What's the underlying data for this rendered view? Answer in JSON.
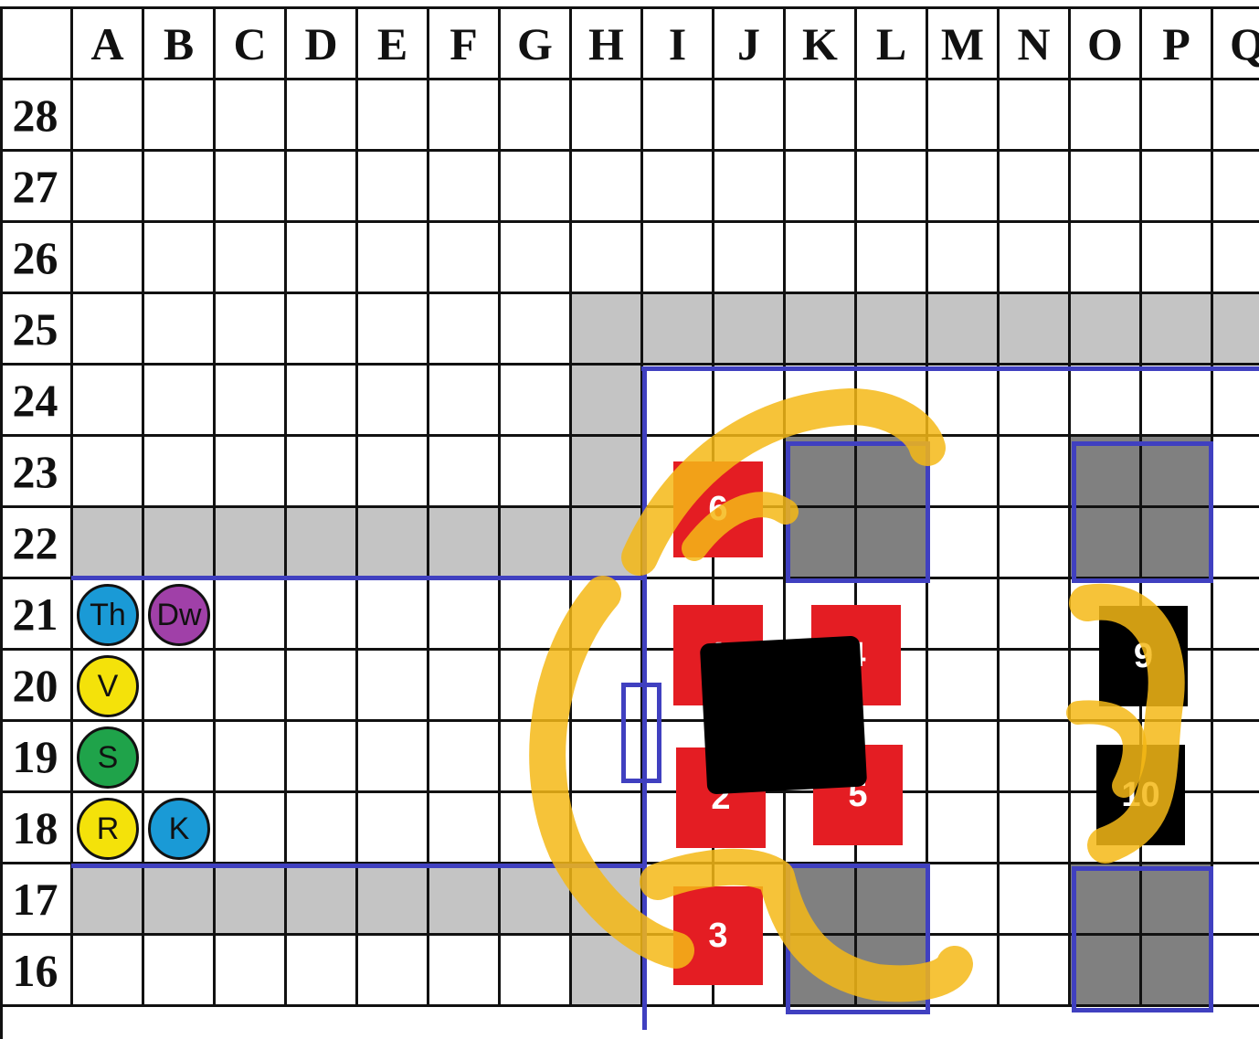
{
  "board": {
    "columns": [
      "A",
      "B",
      "C",
      "D",
      "E",
      "F",
      "G",
      "H",
      "I",
      "J",
      "K",
      "L",
      "M",
      "N",
      "O",
      "P",
      "Q"
    ],
    "rows": [
      "28",
      "27",
      "26",
      "25",
      "24",
      "23",
      "22",
      "21",
      "20",
      "19",
      "18",
      "17",
      "16"
    ]
  },
  "colors": {
    "corridor": "#c4c4c4",
    "wall": "#808080",
    "enemy": "#e41d23",
    "hidden": "#000000",
    "outline": "#4040c0",
    "highlight": "#f5b816"
  },
  "enemies": [
    {
      "label": "6",
      "name": "enemy-6"
    },
    {
      "label": "1",
      "name": "enemy-1"
    },
    {
      "label": "4",
      "name": "enemy-4"
    },
    {
      "label": "2",
      "name": "enemy-2"
    },
    {
      "label": "5",
      "name": "enemy-5"
    },
    {
      "label": "3",
      "name": "enemy-3"
    },
    {
      "label": "9",
      "name": "enemy-9"
    },
    {
      "label": "10",
      "name": "enemy-10"
    }
  ],
  "tokens": [
    {
      "label": "Th",
      "name": "token-th",
      "color": "#1a9ad6"
    },
    {
      "label": "Dw",
      "name": "token-dw",
      "color": "#a040a8"
    },
    {
      "label": "V",
      "name": "token-v",
      "color": "#f4e20a"
    },
    {
      "label": "S",
      "name": "token-s",
      "color": "#1fa34a"
    },
    {
      "label": "R",
      "name": "token-r",
      "color": "#f4e20a"
    },
    {
      "label": "K",
      "name": "token-k",
      "color": "#1a9ad6"
    }
  ]
}
